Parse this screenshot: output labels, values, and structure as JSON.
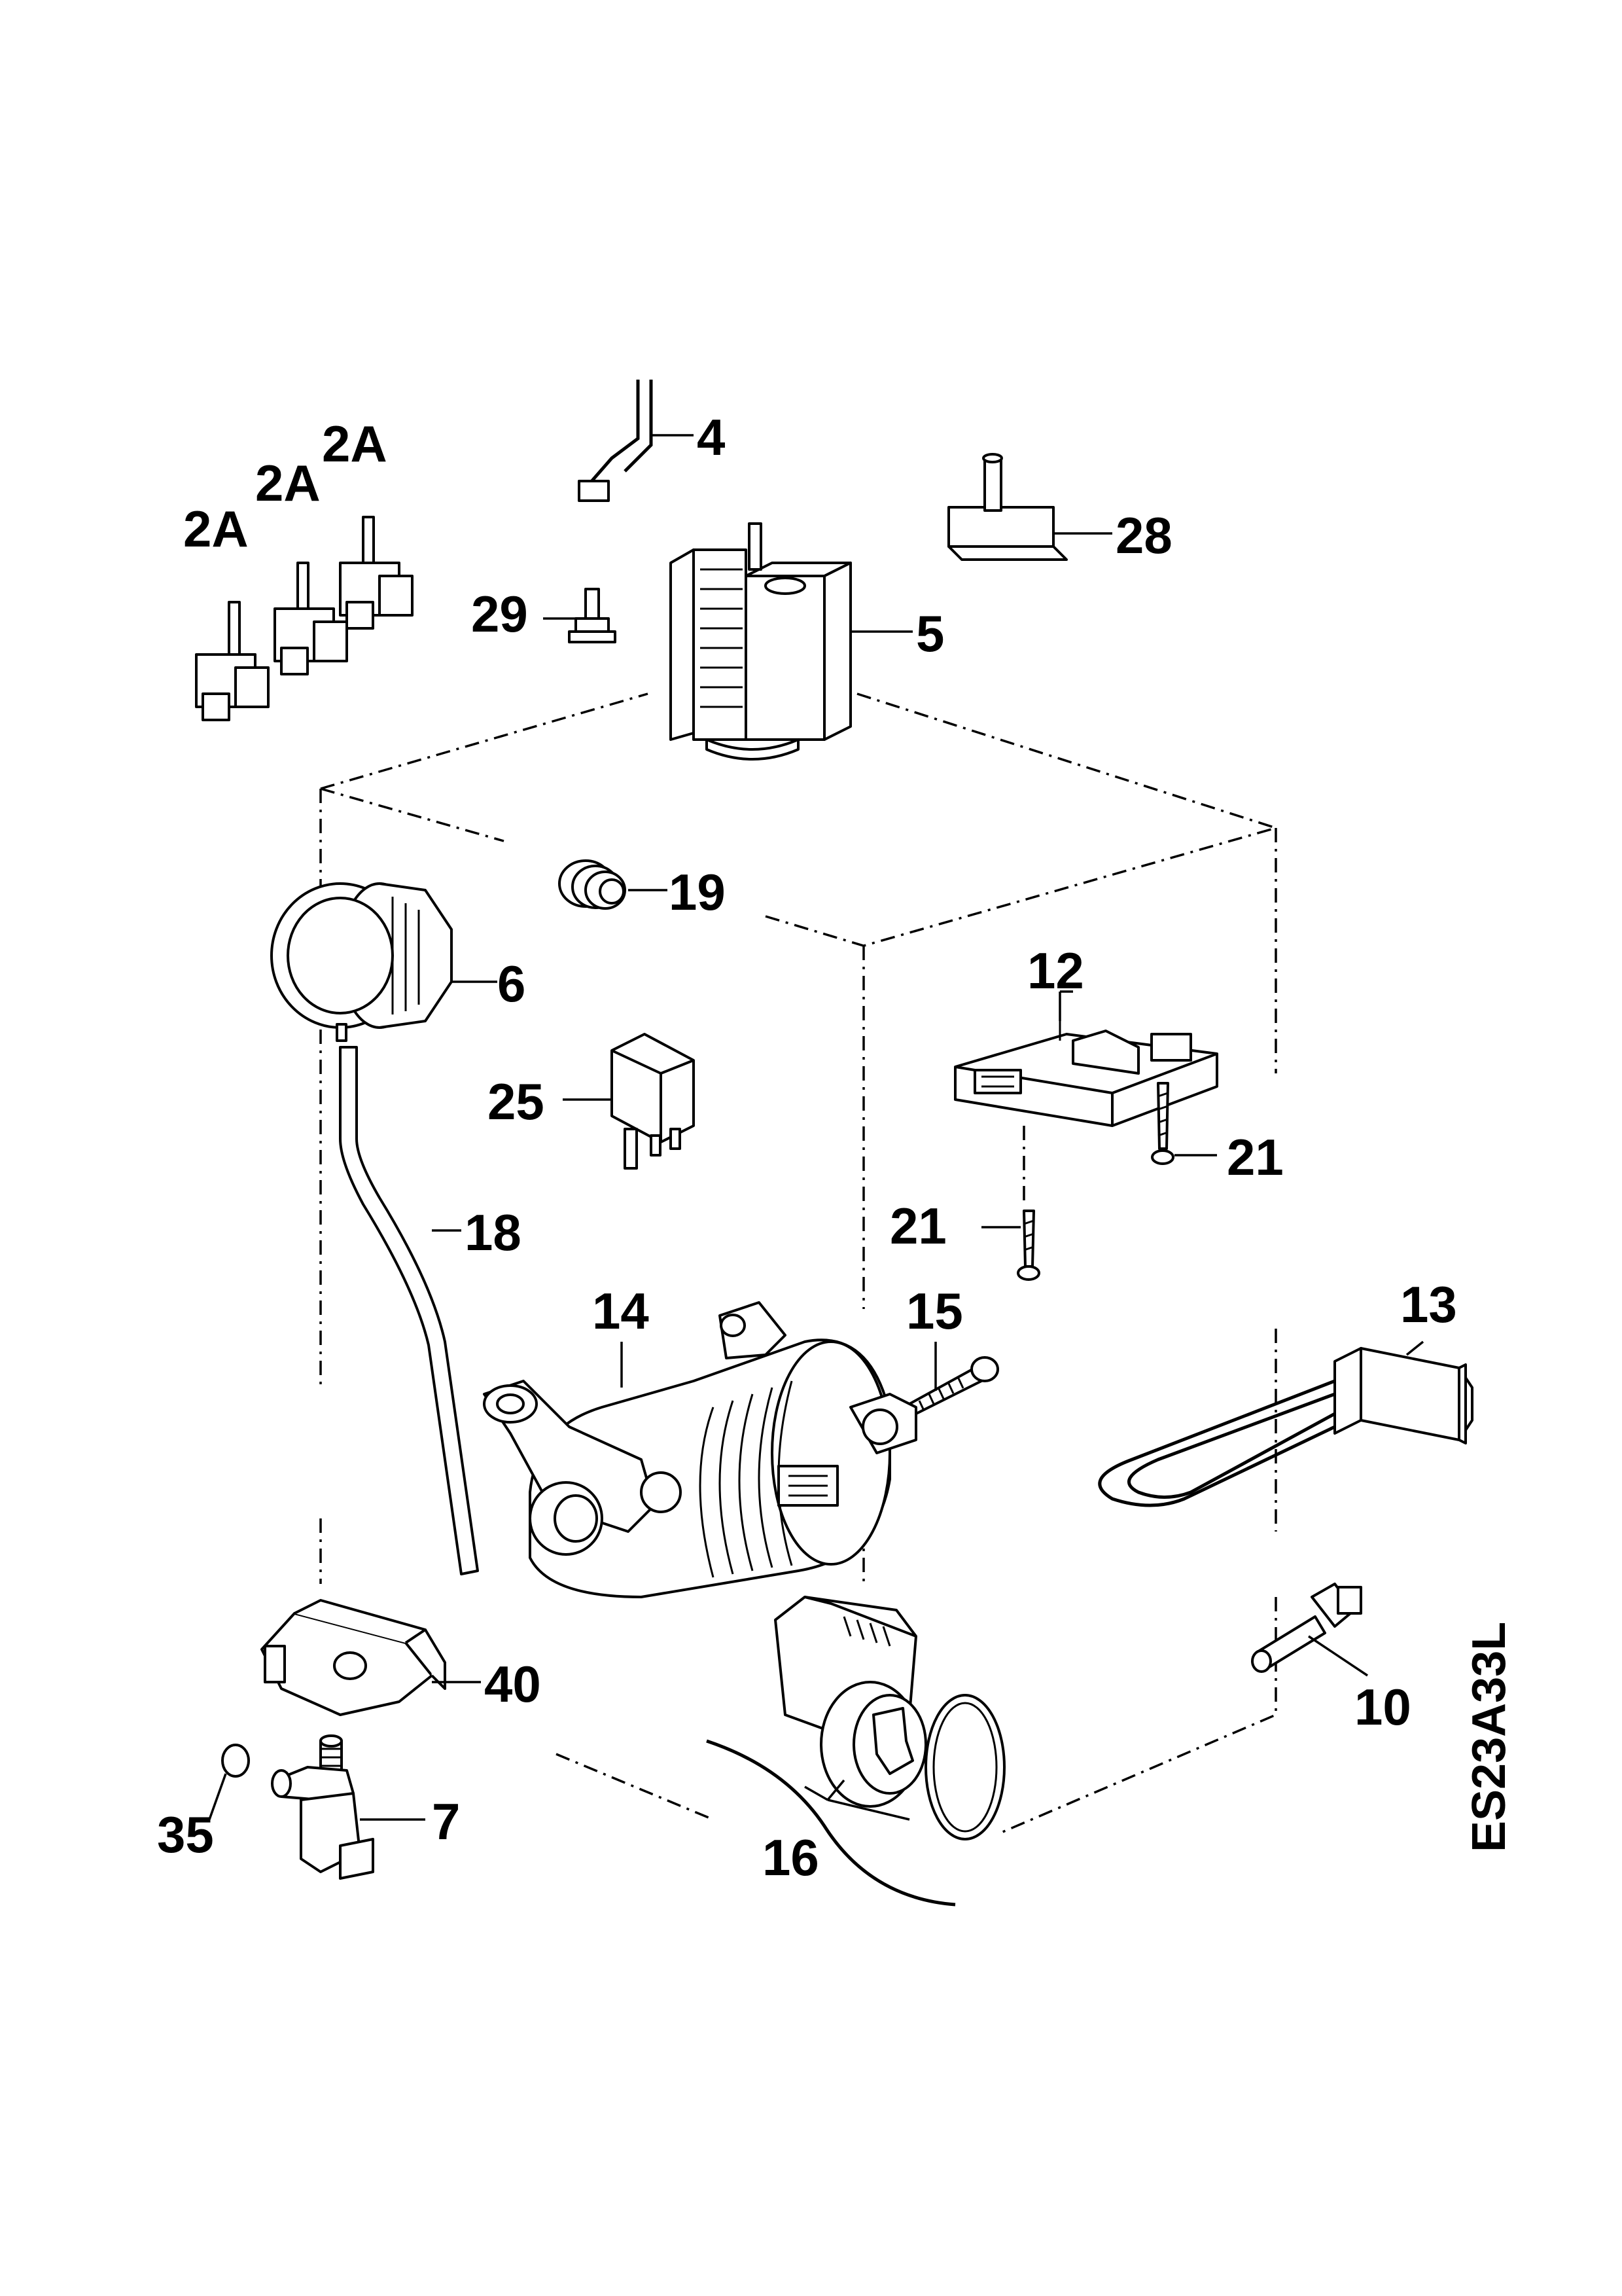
{
  "diagram": {
    "code": "ES23A33L",
    "parts": [
      {
        "id": "p2a_1",
        "label": "2A"
      },
      {
        "id": "p2a_2",
        "label": "2A"
      },
      {
        "id": "p2a_3",
        "label": "2A"
      },
      {
        "id": "p4",
        "label": "4"
      },
      {
        "id": "p5",
        "label": "5"
      },
      {
        "id": "p6",
        "label": "6"
      },
      {
        "id": "p7",
        "label": "7"
      },
      {
        "id": "p10",
        "label": "10"
      },
      {
        "id": "p12",
        "label": "12"
      },
      {
        "id": "p13",
        "label": "13"
      },
      {
        "id": "p14",
        "label": "14"
      },
      {
        "id": "p15",
        "label": "15"
      },
      {
        "id": "p16",
        "label": "16"
      },
      {
        "id": "p18",
        "label": "18"
      },
      {
        "id": "p19",
        "label": "19"
      },
      {
        "id": "p21a",
        "label": "21"
      },
      {
        "id": "p21b",
        "label": "21"
      },
      {
        "id": "p25",
        "label": "25"
      },
      {
        "id": "p28",
        "label": "28"
      },
      {
        "id": "p29",
        "label": "29"
      },
      {
        "id": "p35",
        "label": "35"
      },
      {
        "id": "p40",
        "label": "40"
      }
    ]
  }
}
